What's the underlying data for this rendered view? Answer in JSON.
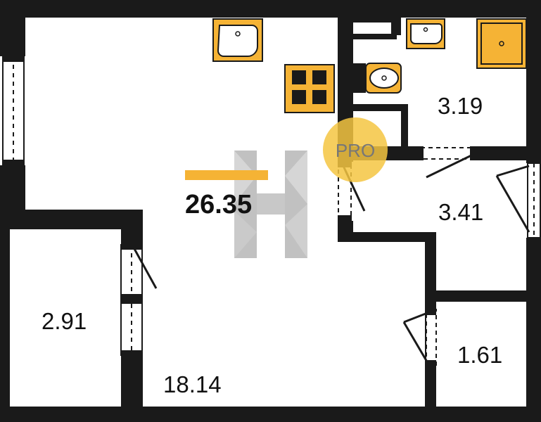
{
  "plan": {
    "total_area": "26.35",
    "rooms": [
      {
        "id": "main",
        "area": "18.14"
      },
      {
        "id": "bathroom",
        "area": "3.19"
      },
      {
        "id": "hall",
        "area": "3.41"
      },
      {
        "id": "loggia",
        "area": "2.91"
      },
      {
        "id": "storage",
        "area": "1.61"
      }
    ],
    "badge": "PRO",
    "colors": {
      "wall": "#1a1a1a",
      "fixture": "#f5b335",
      "accent_bar": "#f5b335",
      "badge": "#f5c542",
      "watermark": "#8a8a8a"
    }
  }
}
